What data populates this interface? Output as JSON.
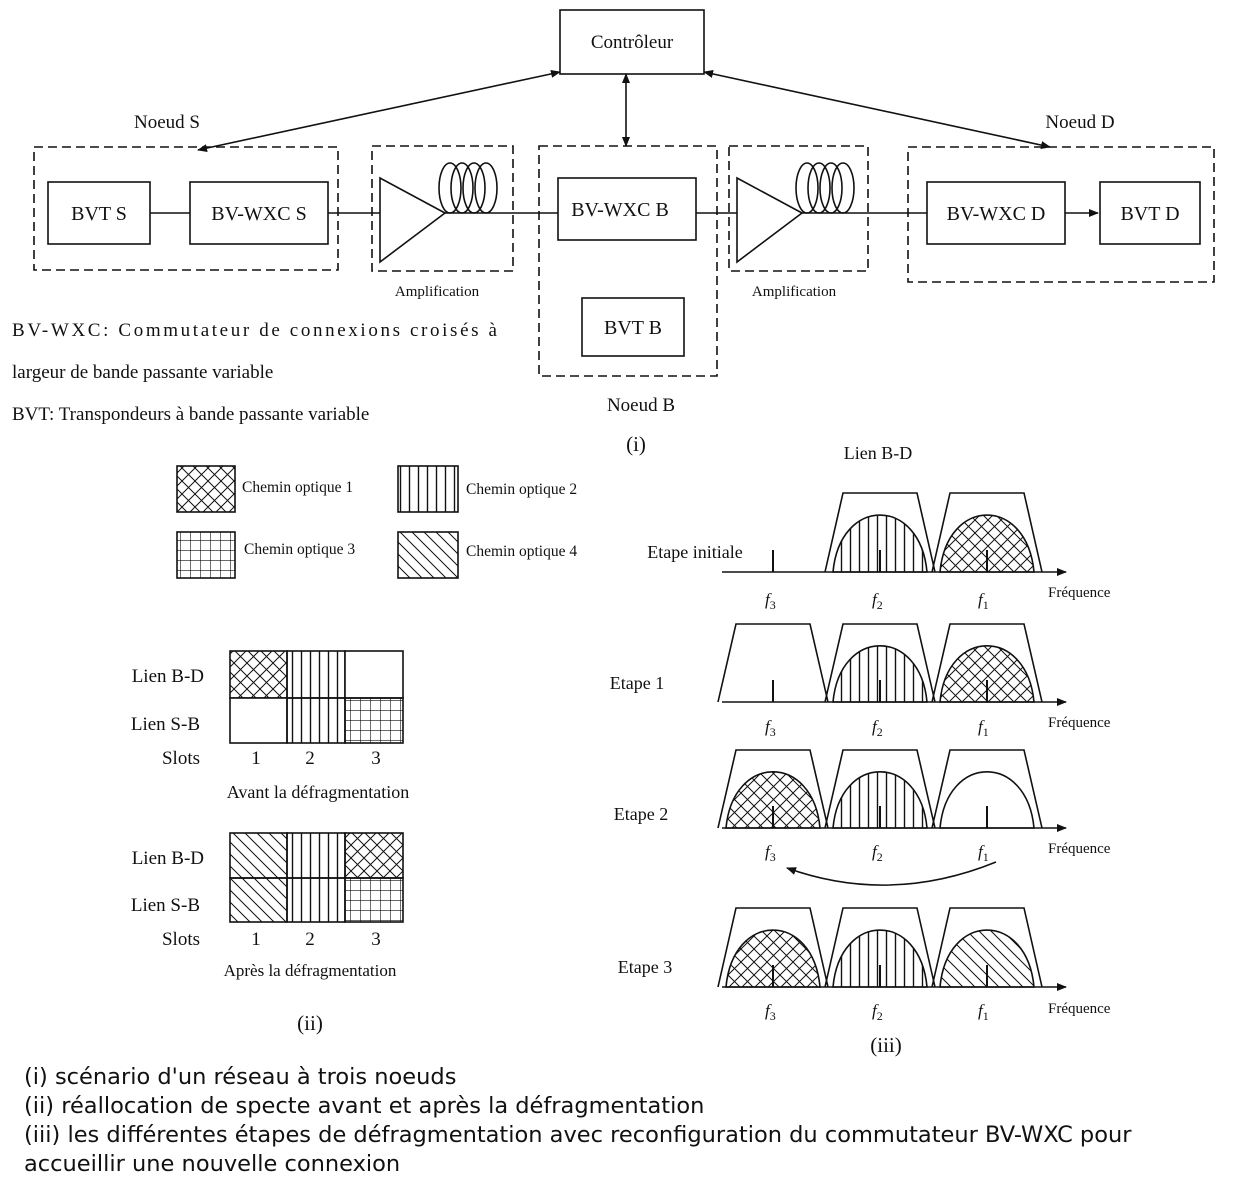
{
  "panel_i": {
    "controller": "Contrôleur",
    "node_s": "Noeud S",
    "node_b": "Noeud B",
    "node_d": "Noeud D",
    "bvt_s": "BVT S",
    "bvwxc_s": "BV-WXC S",
    "bvwxc_b": "BV-WXC B",
    "bvt_b": "BVT B",
    "bvwxc_d": "BV-WXC D",
    "bvt_d": "BVT D",
    "amp_left": "Amplification",
    "amp_right": "Amplification",
    "def_bvwxc_1": "BV-WXC: Commutateur de connexions croisés à",
    "def_bvwxc_2": "largeur de bande passante variable",
    "def_bvt": "BVT: Transpondeurs à bande passante variable",
    "label": "(i)"
  },
  "legend": {
    "path1": "Chemin optique 1",
    "path2": "Chemin optique 2",
    "path3": "Chemin optique 3",
    "path4": "Chemin optique 4"
  },
  "panel_ii": {
    "lien_bd": "Lien B-D",
    "lien_sb": "Lien S-B",
    "slots": "Slots",
    "slot_1": "1",
    "slot_2": "2",
    "slot_3": "3",
    "before": "Avant la défragmentation",
    "after": "Après la défragmentation",
    "label": "(ii)"
  },
  "panel_iii": {
    "title": "Lien B-D",
    "step0": "Etape initiale",
    "step1": "Etape 1",
    "step2": "Etape 2",
    "step3": "Etape 3",
    "axis": "Fréquence",
    "f3": "f",
    "f2": "f",
    "f1": "f",
    "sub3": "3",
    "sub2": "2",
    "sub1": "1",
    "label": "(iii)"
  },
  "captions": {
    "c1": "(i) scénario d'un réseau à trois noeuds",
    "c2": "(ii) réallocation de specte avant et après la défragmentation",
    "c3a": "(iii) les différentes étapes de défragmentation avec reconfiguration du commutateur BV-WXC pour",
    "c3b": "accueillir une nouvelle connexion"
  }
}
